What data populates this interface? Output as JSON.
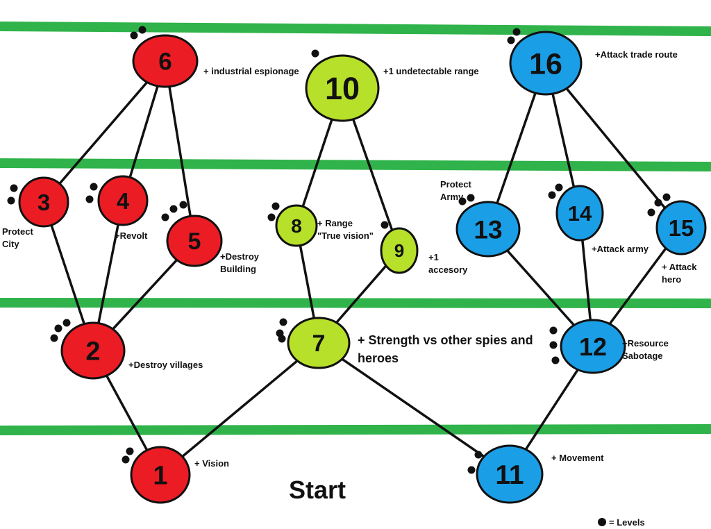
{
  "colors": {
    "band": "#2fb34a",
    "line": "#111111",
    "red": "#ec1c24",
    "green": "#b7e02a",
    "blue": "#1a9ee6",
    "dot": "#111111"
  },
  "nodes": [
    {
      "id": "1",
      "label": "1",
      "color": "red",
      "levels": 2
    },
    {
      "id": "2",
      "label": "2",
      "color": "red",
      "levels": 3
    },
    {
      "id": "3",
      "label": "3",
      "color": "red",
      "levels": 2
    },
    {
      "id": "4",
      "label": "4",
      "color": "red",
      "levels": 2
    },
    {
      "id": "5",
      "label": "5",
      "color": "red",
      "levels": 3
    },
    {
      "id": "6",
      "label": "6",
      "color": "red",
      "levels": 2
    },
    {
      "id": "7",
      "label": "7",
      "color": "green",
      "levels": 3
    },
    {
      "id": "8",
      "label": "8",
      "color": "green",
      "levels": 2
    },
    {
      "id": "9",
      "label": "9",
      "color": "green",
      "levels": 1
    },
    {
      "id": "10",
      "label": "10",
      "color": "green",
      "levels": 1
    },
    {
      "id": "11",
      "label": "11",
      "color": "blue",
      "levels": 2
    },
    {
      "id": "12",
      "label": "12",
      "color": "blue",
      "levels": 3
    },
    {
      "id": "13",
      "label": "13",
      "color": "blue",
      "levels": 2
    },
    {
      "id": "14",
      "label": "14",
      "color": "blue",
      "levels": 2
    },
    {
      "id": "15",
      "label": "15",
      "color": "blue",
      "levels": 3
    },
    {
      "id": "16",
      "label": "16",
      "color": "blue",
      "levels": 2
    }
  ],
  "edges": [
    [
      "1",
      "2"
    ],
    [
      "1",
      "7"
    ],
    [
      "2",
      "3"
    ],
    [
      "2",
      "4"
    ],
    [
      "2",
      "5"
    ],
    [
      "3",
      "6"
    ],
    [
      "4",
      "6"
    ],
    [
      "5",
      "6"
    ],
    [
      "7",
      "8"
    ],
    [
      "7",
      "9"
    ],
    [
      "7",
      "11"
    ],
    [
      "8",
      "10"
    ],
    [
      "9",
      "10"
    ],
    [
      "11",
      "12"
    ],
    [
      "12",
      "13"
    ],
    [
      "12",
      "14"
    ],
    [
      "12",
      "15"
    ],
    [
      "13",
      "16"
    ],
    [
      "14",
      "16"
    ],
    [
      "15",
      "16"
    ]
  ],
  "annotations": {
    "n1": "+ Vision",
    "n2": "+Destroy villages",
    "n3": "Protect\nCity",
    "n4": "+Revolt",
    "n5": "+Destroy\nBuilding",
    "n6": "+ industrial espionage",
    "n7": "+ Strength vs other spies and\nheroes",
    "n8": "+ Range\n\"True vision\"",
    "n9": "+1\naccesory",
    "n10": "+1 undetectable range",
    "n11": "+ Movement",
    "n12": "+Resource\nSabotage",
    "n13": "Protect\nArmy",
    "n14": "+Attack army",
    "n15": "+ Attack\nhero",
    "n16": "+Attack trade route"
  },
  "start_label": "Start",
  "legend": {
    "text": "= Levels"
  }
}
